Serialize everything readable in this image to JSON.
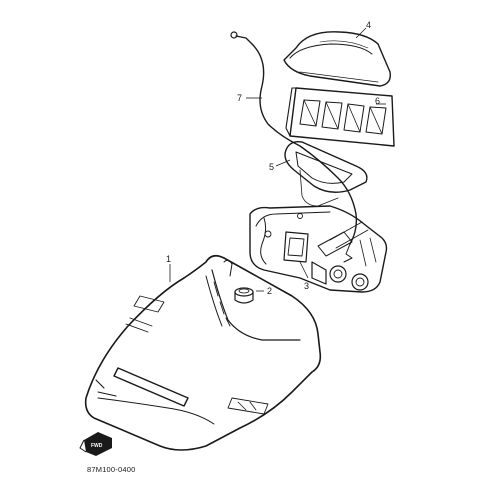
{
  "diagram": {
    "callouts": [
      "1",
      "2",
      "3",
      "4",
      "5",
      "6",
      "7"
    ],
    "direction_label": "FWD",
    "figure_code": "87M100-0400"
  },
  "colors": {
    "ink": "#1a1a1a",
    "paper": "#ffffff"
  }
}
